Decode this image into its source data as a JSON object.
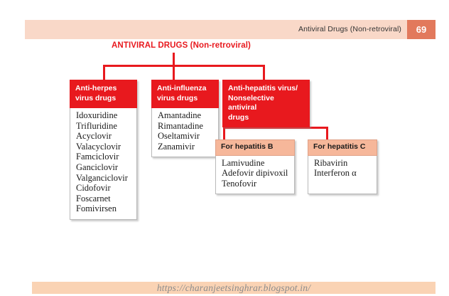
{
  "header": {
    "title": "Antiviral Drugs (Non-retroviral)",
    "page_number": "69",
    "band_color": "#f9d8c8",
    "badge_color": "#e2795c"
  },
  "footer": {
    "url": "https://charanjeetsinghrar.blogspot.in/",
    "band_color": "#fad3b4"
  },
  "diagram": {
    "root_title": "ANTIVIRAL DRUGS (Non-retroviral)",
    "accent_red": "#e8191e",
    "accent_peach": "#f6b79a",
    "nodes": [
      {
        "id": "anti-herpes",
        "header": "Anti-herpes\nvirus drugs",
        "header_line1": "Anti-herpes",
        "header_line2": "virus drugs",
        "header_style": "red",
        "items": [
          "Idoxuridine",
          "Trifluridine",
          "Acyclovir",
          "Valacyclovir",
          "Famciclovir",
          "Ganciclovir",
          "Valganciclovir",
          "Cidofovir",
          "Foscarnet",
          "Fomivirsen"
        ]
      },
      {
        "id": "anti-influenza",
        "header_line1": "Anti-influenza",
        "header_line2": "virus drugs",
        "header_style": "red",
        "items": [
          "Amantadine",
          "Rimantadine",
          "Oseltamivir",
          "Zanamivir"
        ]
      },
      {
        "id": "anti-hepatitis",
        "header_line1": "Anti-hepatitis virus/",
        "header_line2": "Nonselective antiviral",
        "header_line3": "drugs",
        "header_style": "red",
        "items": []
      },
      {
        "id": "hepatitis-b",
        "header_line1": "For hepatitis B",
        "header_style": "peach",
        "items": [
          "Lamivudine",
          "Adefovir dipivoxil",
          "Tenofovir"
        ]
      },
      {
        "id": "hepatitis-c",
        "header_line1": "For hepatitis C",
        "header_style": "peach",
        "items": [
          "Ribavirin",
          "Interferon α"
        ]
      }
    ]
  }
}
